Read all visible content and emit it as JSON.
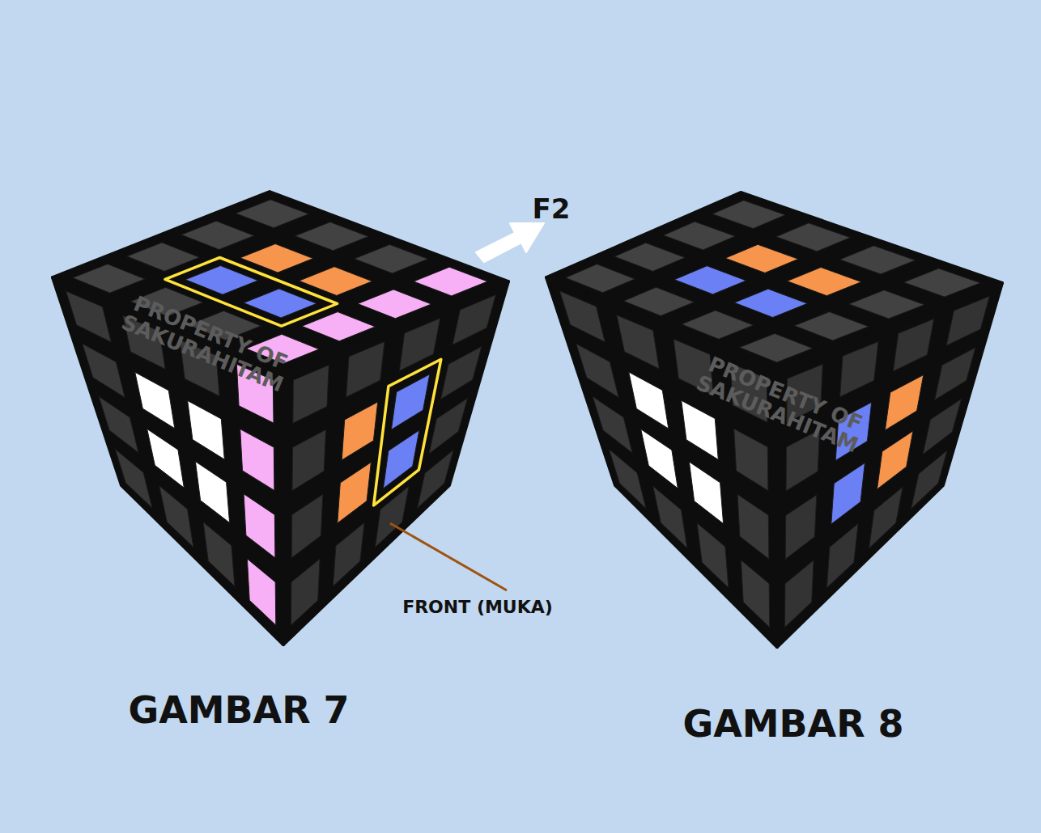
{
  "diagram": {
    "labels": [
      "F2",
      "FRONT (MUKA)",
      "GAMBAR 7",
      "GAMBAR 8",
      "PROPERTY OF SAKURAHITAM",
      "PROPERTY OF SAKURAHITAM"
    ]
  }
}
